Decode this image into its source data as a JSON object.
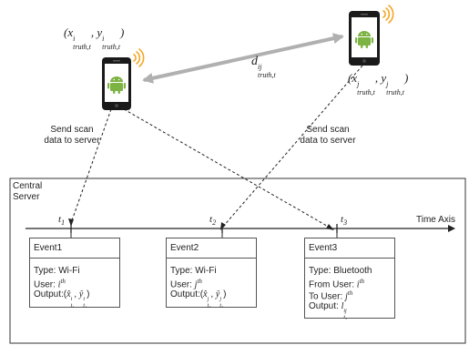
{
  "phones": {
    "i": {
      "coord_prefix": "(x",
      "coord_sup": "i",
      "coord_sub": "truth,t",
      "coord_mid": ", y",
      "coord_sup2": "i",
      "coord_sub2": "truth,t",
      "coord_suffix": ")"
    },
    "j": {
      "coord_prefix": "(x",
      "coord_sup": "j",
      "coord_sub": "truth,t",
      "coord_mid": ", y",
      "coord_sup2": "j",
      "coord_sub2": "truth,t",
      "coord_suffix": ")"
    },
    "distance": {
      "base": "d",
      "sup": "ij",
      "sub": "truth,t"
    }
  },
  "send_label_left": [
    "Send scan",
    "data to server"
  ],
  "send_label_right": [
    "Send scan",
    "data to server"
  ],
  "server_label": [
    "Central",
    "Server"
  ],
  "time_axis_label": "Time Axis",
  "ticks": [
    {
      "base": "t",
      "sub": "1"
    },
    {
      "base": "t",
      "sub": "2"
    },
    {
      "base": "t",
      "sub": "3"
    }
  ],
  "events": [
    {
      "title": "Event1",
      "type": "Type: Wi-Fi",
      "user_prefix": "User: ",
      "user_base": "i",
      "user_sup": "th",
      "output_prefix": "Output:(",
      "output_a_base": "x̂",
      "output_a_sup": "i",
      "output_a_sub": "t₁",
      "output_sep": ", ",
      "output_b_base": "ŷ",
      "output_b_sup": "i",
      "output_b_sub": "t₁",
      "output_suffix": ")"
    },
    {
      "title": "Event2",
      "type": "Type: Wi-Fi",
      "user_prefix": "User: ",
      "user_base": "j",
      "user_sup": "th",
      "output_prefix": "Output:(",
      "output_a_base": "x̂",
      "output_a_sup": "j",
      "output_a_sub": "t₂",
      "output_sep": ", ",
      "output_b_base": "ŷ",
      "output_b_sup": "j",
      "output_b_sub": "t₂",
      "output_suffix": ")"
    },
    {
      "title": "Event3",
      "type": "Type: Bluetooth",
      "from_prefix": "From User: ",
      "from_base": "i",
      "from_sup": "th",
      "to_prefix": "To User: ",
      "to_base": "j",
      "to_sup": "th",
      "output_prefix": "Output: ",
      "output_base": "l",
      "output_sup": "ij",
      "output_sub": "t₃"
    }
  ],
  "colors": {
    "phone_body": "#1a1a1a",
    "android_green": "#7cb342",
    "signal_orange": "#f5a623",
    "distance_arrow": "#b0b0b0",
    "line": "#222222"
  }
}
